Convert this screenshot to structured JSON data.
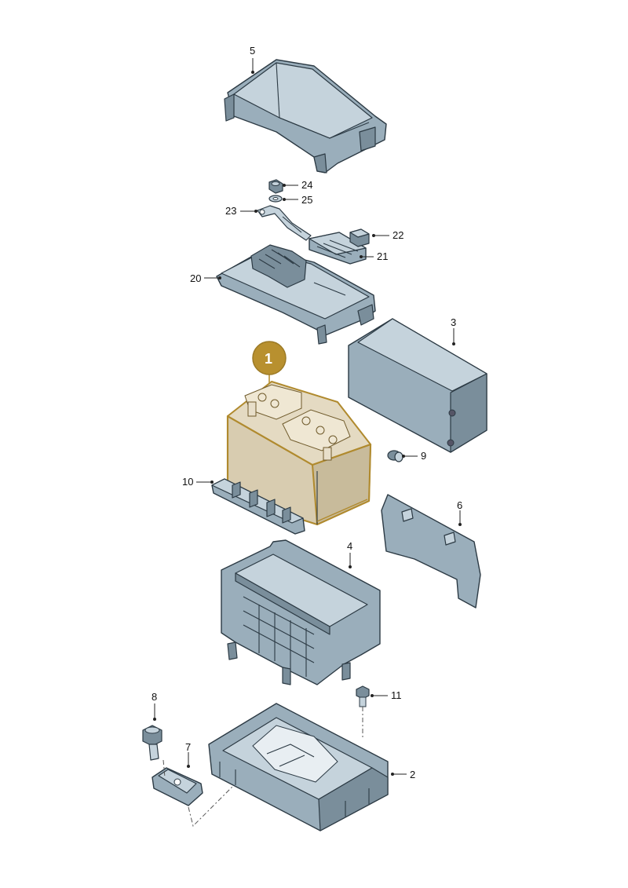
{
  "accent_color": "#b8902f",
  "highlight": {
    "label": "1",
    "part": "battery"
  },
  "callouts": {
    "c2": "2",
    "c3": "3",
    "c4": "4",
    "c5": "5",
    "c6": "6",
    "c7": "7",
    "c8": "8",
    "c9": "9",
    "c10": "10",
    "c11": "11",
    "c20": "20",
    "c21": "21",
    "c22": "22",
    "c23": "23",
    "c24": "24",
    "c25": "25"
  }
}
